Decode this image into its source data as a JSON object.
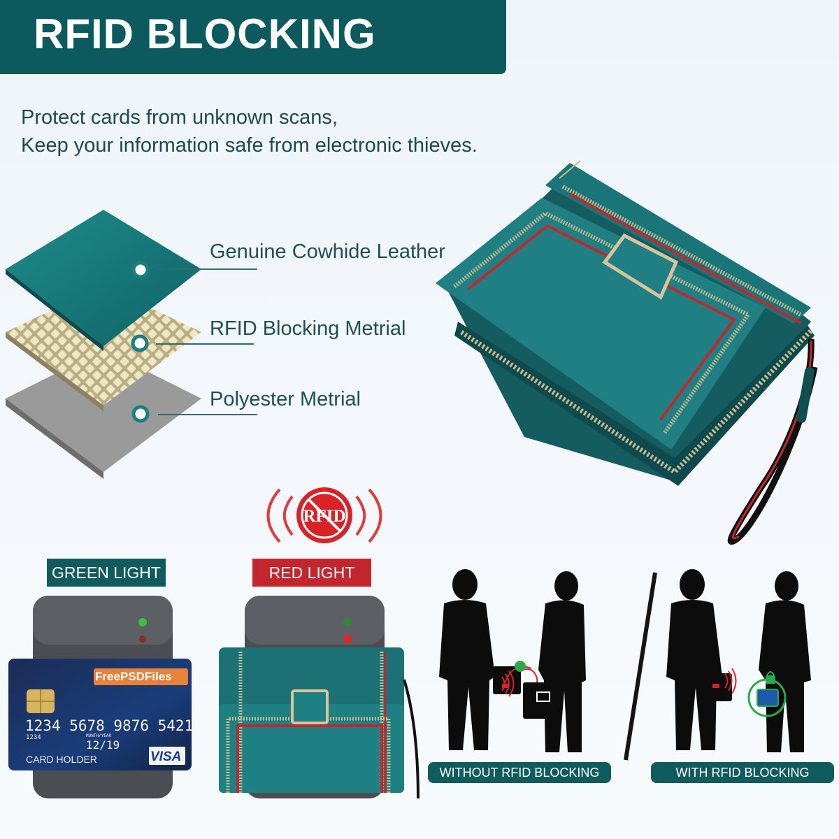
{
  "header": {
    "title": "RFID BLOCKING"
  },
  "tagline": {
    "line1": "Protect cards from unknown scans,",
    "line2": "Keep your information safe from electronic thieves."
  },
  "layers": [
    {
      "label": "Genuine Cowhide Leather"
    },
    {
      "label": "RFID Blocking Metrial"
    },
    {
      "label": "Polyester Metrial"
    }
  ],
  "rfid_icon": {
    "text": "RFID"
  },
  "demo": {
    "green_label": "GREEN LIGHT",
    "red_label": "RED LIGHT"
  },
  "card": {
    "brand_logo": "FreePSDFiles",
    "number": "1234 5678 9876 5421",
    "small_number": "1234",
    "valid_label": "MONTH/YEAR",
    "expiry": "12/19",
    "holder": "CARD HOLDER",
    "network": "VISA"
  },
  "scenes": {
    "without_label": "WITHOUT RFID BLOCKING",
    "with_label": "WITH RFID BLOCKING"
  },
  "colors": {
    "teal_dark": "#0c5a5e",
    "leather": "#1c7e80",
    "red_accent": "#c4262e",
    "green_led": "#3ec03e",
    "red_led": "#e0262a"
  }
}
